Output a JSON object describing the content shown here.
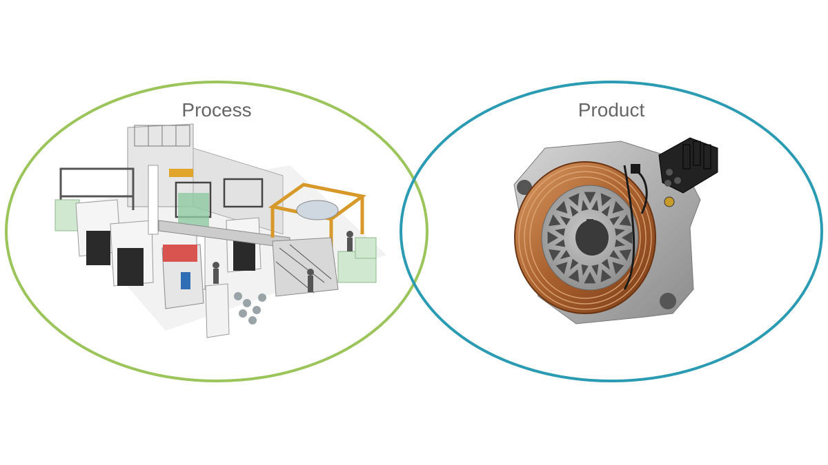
{
  "diagram": {
    "left": {
      "label": "Process",
      "color": "#9BC45A",
      "illustration": "production-line-illustration"
    },
    "right": {
      "label": "Product",
      "color": "#2A9BB3",
      "illustration": "electric-motor-stator-illustration"
    }
  }
}
